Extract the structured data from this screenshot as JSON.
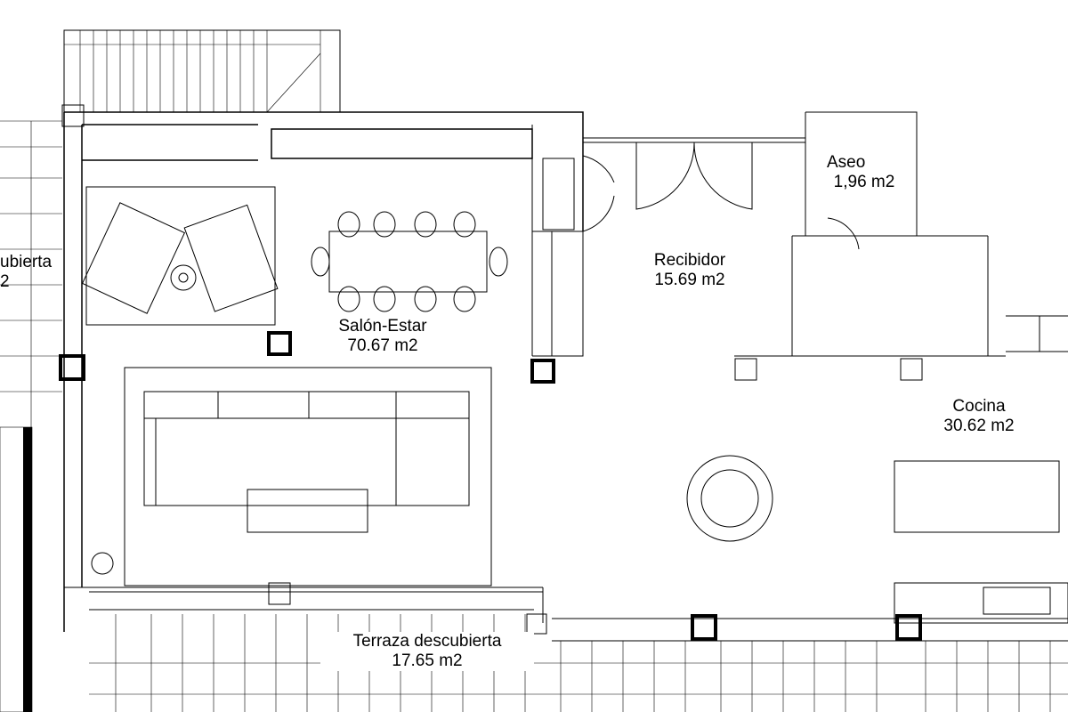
{
  "rooms": {
    "terraza_left": {
      "name": "ubierta",
      "area": "2"
    },
    "salon": {
      "name": "Salón-Estar",
      "area": "70.67 m2"
    },
    "recibidor": {
      "name": "Recibidor",
      "area": "15.69 m2"
    },
    "aseo": {
      "name": "Aseo",
      "area": "1,96 m2"
    },
    "cocina": {
      "name": "Cocina",
      "area": "30.62 m2"
    },
    "terraza": {
      "name": "Terraza descubierta",
      "area": "17.65 m2"
    }
  }
}
